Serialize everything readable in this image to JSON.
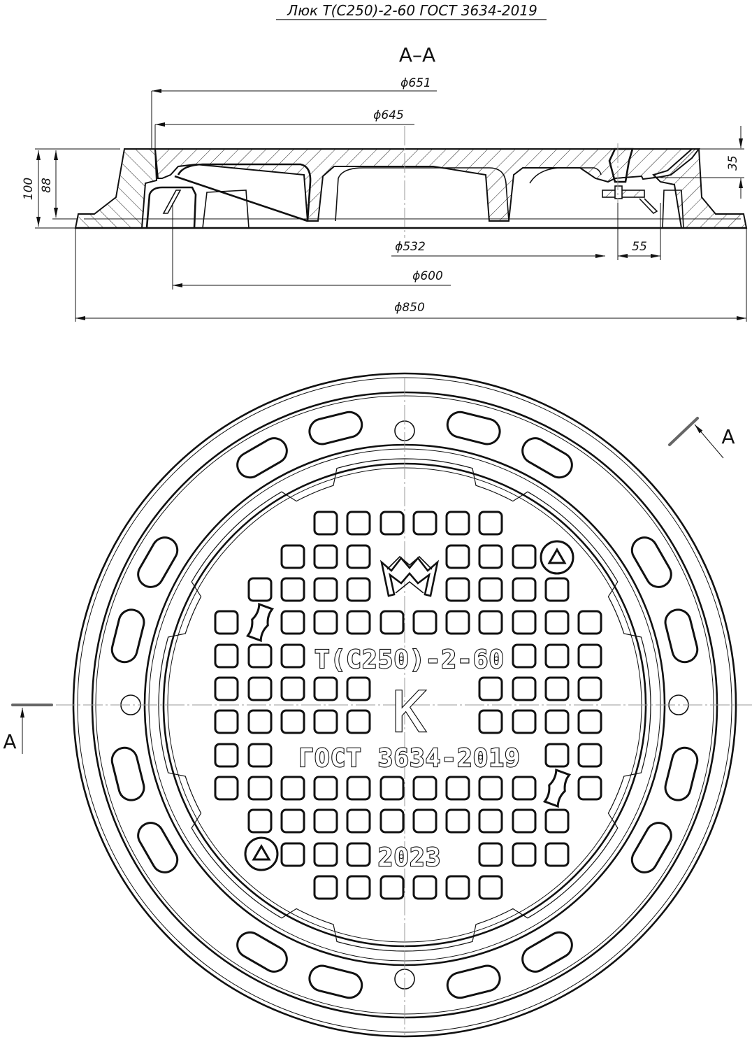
{
  "title": "Люк Т(С250)-2-60  ГОСТ 3634-2019",
  "section_view": {
    "label": "А–А",
    "dimensions": {
      "d651": "ϕ651",
      "d645": "ϕ645",
      "d532": "ϕ532",
      "d600": "ϕ600",
      "d850": "ϕ850",
      "h100": "100",
      "h88": "88",
      "h35": "35",
      "w55": "55"
    }
  },
  "plan_view": {
    "cast_marking": {
      "type_line": "Т(С250)-2-60",
      "letter": "К",
      "standard_line": "ГОСТ 3634-2019",
      "year": "2023"
    },
    "section_markers": {
      "top_right": "А",
      "left": "А"
    }
  },
  "colors": {
    "line": "#111111",
    "axis": "#999999",
    "background": "#ffffff",
    "section_marker": "#666666"
  }
}
